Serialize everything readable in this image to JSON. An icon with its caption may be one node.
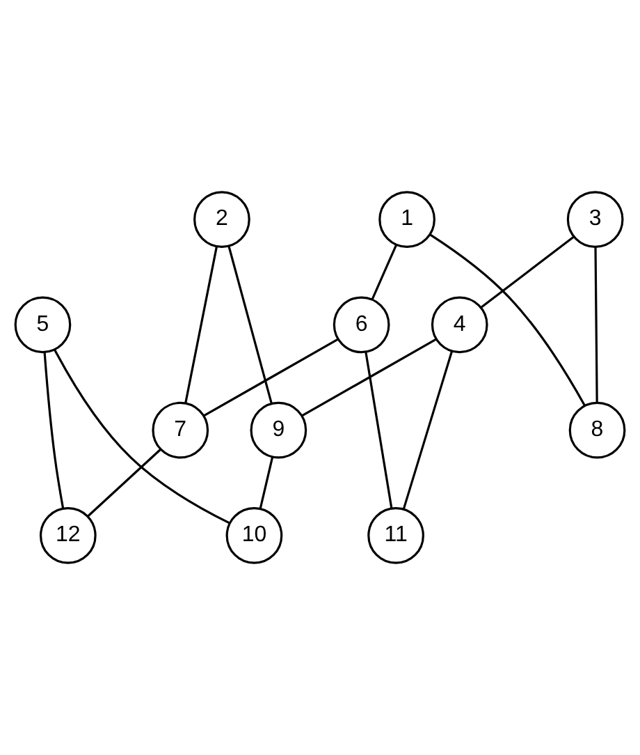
{
  "diagram": {
    "nodes": [
      {
        "text": [
          "1"
        ]
      },
      {
        "text": [
          "2"
        ]
      },
      {
        "text": [
          "3"
        ]
      },
      {
        "text": [
          "4"
        ]
      },
      {
        "text": [
          "5"
        ]
      },
      {
        "text": [
          "6"
        ]
      },
      {
        "text": [
          "7"
        ]
      },
      {
        "text": [
          "8"
        ]
      },
      {
        "text": [
          "9"
        ]
      },
      {
        "text": [
          "10"
        ]
      },
      {
        "text": [
          "11"
        ]
      },
      {
        "text": [
          "12"
        ]
      }
    ],
    "edges": [
      {
        "from": 0,
        "to": 5,
        "arrow": "none"
      },
      {
        "from": 0,
        "to": 7,
        "arrow": "none"
      },
      {
        "from": 1,
        "to": 6,
        "arrow": "none"
      },
      {
        "from": 1,
        "to": 8,
        "arrow": "none"
      },
      {
        "from": 2,
        "to": 3,
        "arrow": "none"
      },
      {
        "from": 2,
        "to": 7,
        "arrow": "none"
      },
      {
        "from": 3,
        "to": 8,
        "arrow": "none"
      },
      {
        "from": 3,
        "to": 10,
        "arrow": "none"
      },
      {
        "from": 4,
        "to": 9,
        "arrow": "none"
      },
      {
        "from": 4,
        "to": 11,
        "arrow": "none"
      },
      {
        "from": 5,
        "to": 6,
        "arrow": "none"
      },
      {
        "from": 5,
        "to": 10,
        "arrow": "none"
      },
      {
        "from": 6,
        "to": 11,
        "arrow": "none"
      },
      {
        "from": 8,
        "to": 9,
        "arrow": "none"
      }
    ]
  }
}
